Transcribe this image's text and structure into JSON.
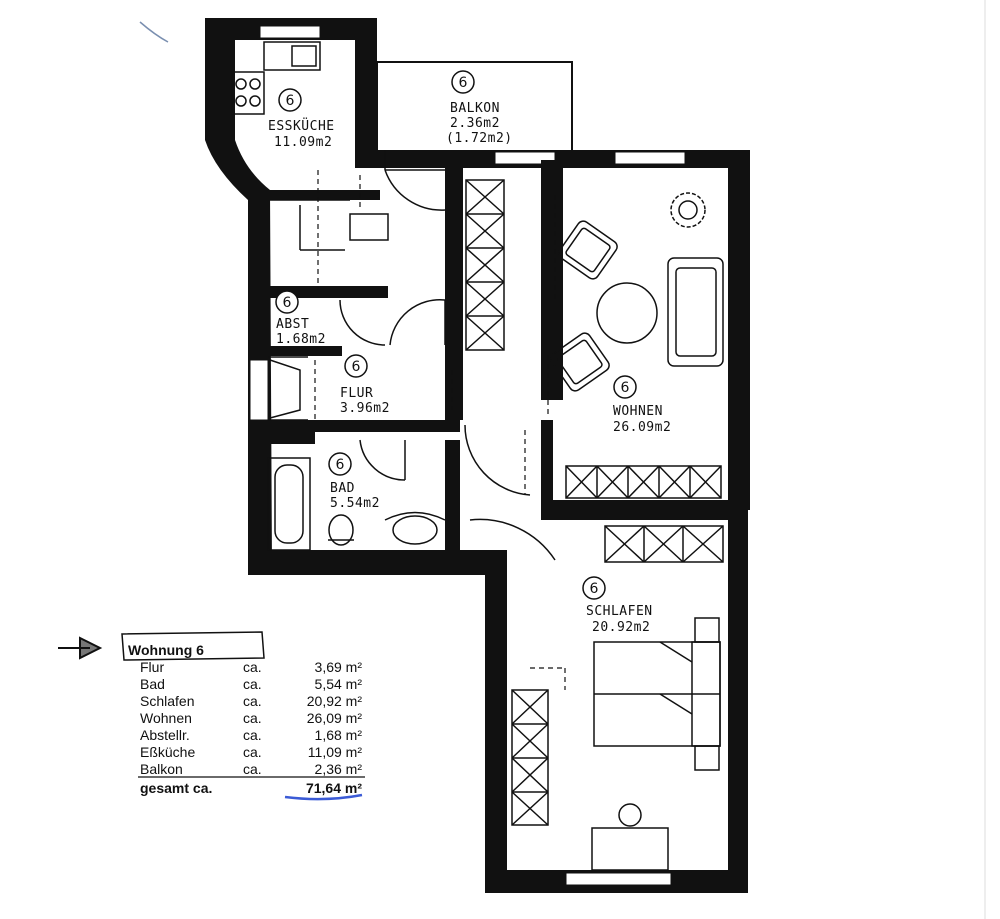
{
  "rooms": [
    {
      "id": "esskueche",
      "badge": "6",
      "name": "ESSKÜCHE",
      "area": "11.09m2"
    },
    {
      "id": "balkon",
      "badge": "6",
      "name": "BALKON",
      "area": "2.36m2",
      "area_alt": "(1.72m2)"
    },
    {
      "id": "abst",
      "badge": "6",
      "name": "ABST",
      "area": "1.68m2"
    },
    {
      "id": "flur",
      "badge": "6",
      "name": "FLUR",
      "area": "3.96m2"
    },
    {
      "id": "bad",
      "badge": "6",
      "name": "BAD",
      "area": "5.54m2"
    },
    {
      "id": "wohnen",
      "badge": "6",
      "name": "WOHNEN",
      "area": "26.09m2"
    },
    {
      "id": "schlafen",
      "badge": "6",
      "name": "SCHLAFEN",
      "area": "20.92m2"
    }
  ],
  "legend": {
    "title": "Wohnung 6",
    "rows": [
      {
        "label": "Flur",
        "ca": "ca.",
        "value": "3,69 m²"
      },
      {
        "label": "Bad",
        "ca": "ca.",
        "value": "5,54 m²"
      },
      {
        "label": "Schlafen",
        "ca": "ca.",
        "value": "20,92 m²"
      },
      {
        "label": "Wohnen",
        "ca": "ca.",
        "value": "26,09 m²"
      },
      {
        "label": "Abstellr.",
        "ca": "ca.",
        "value": "1,68 m²"
      },
      {
        "label": "Eßküche",
        "ca": "ca.",
        "value": "11,09 m²"
      },
      {
        "label": "Balkon",
        "ca": "ca.",
        "value": "2,36 m²"
      }
    ],
    "total": {
      "label": "gesamt ca.",
      "value": "71,64 m²"
    }
  },
  "colors": {
    "wall": "#111111",
    "ink": "#111111",
    "highlight": "#3b5bd6"
  }
}
